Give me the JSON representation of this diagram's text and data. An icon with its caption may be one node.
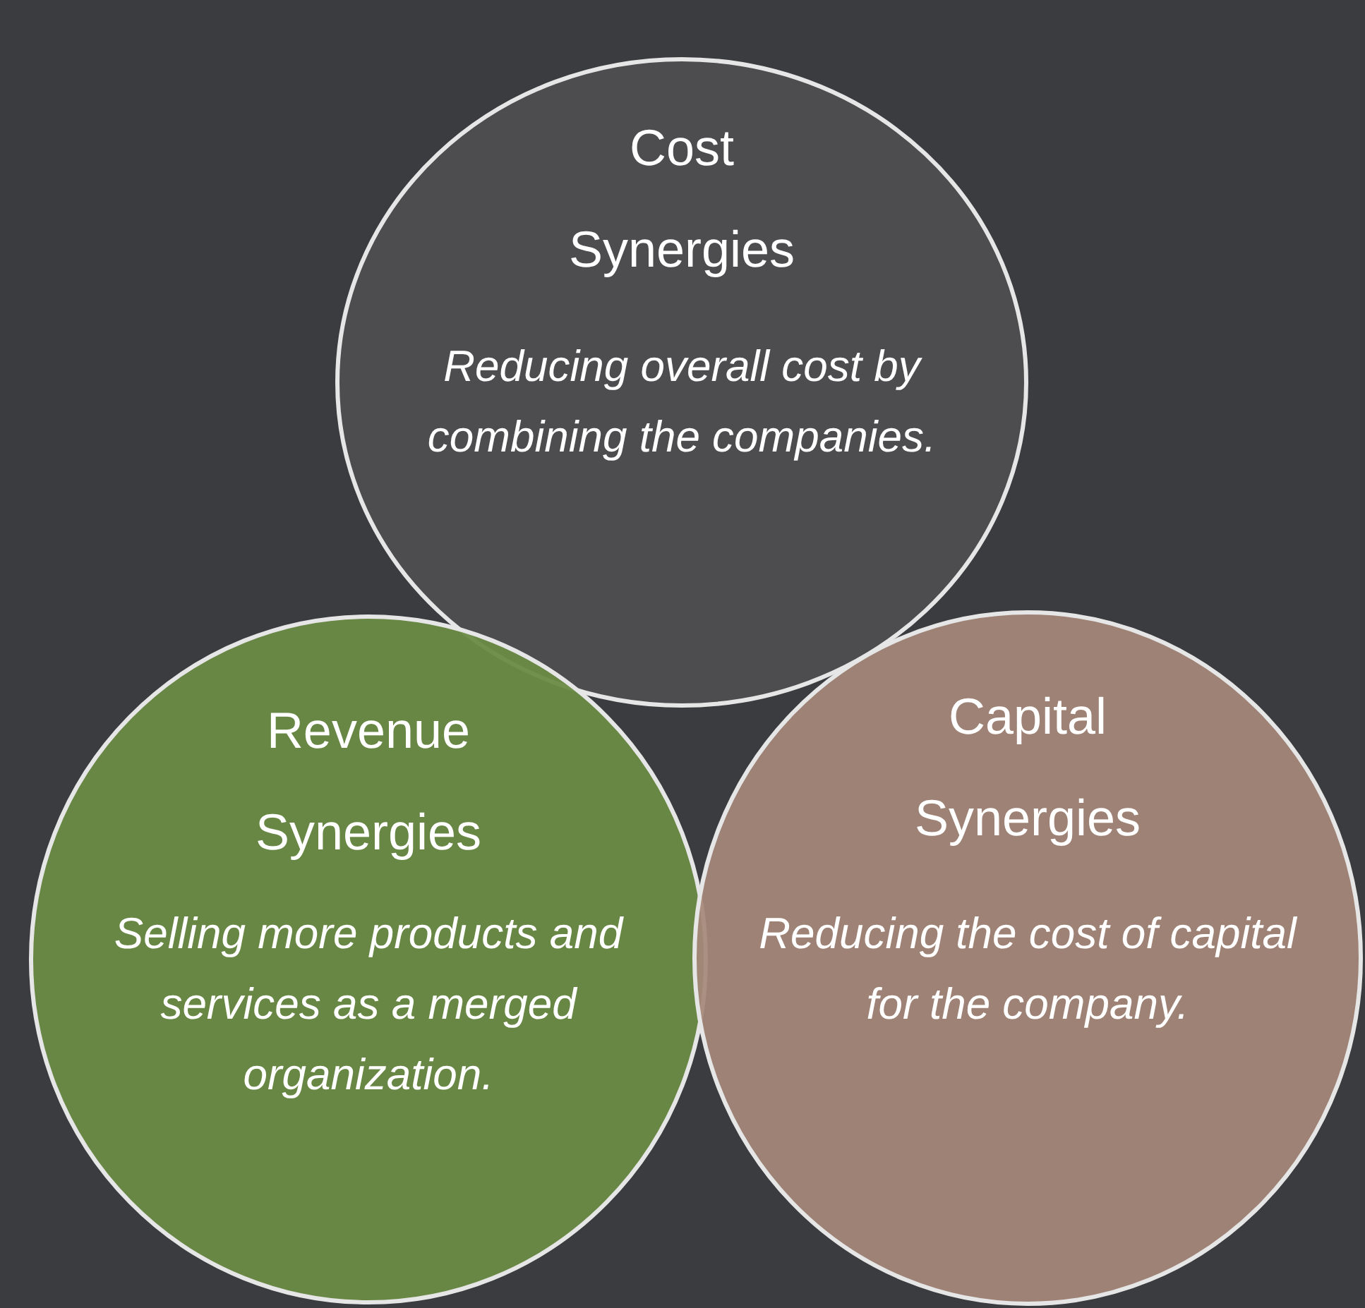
{
  "diagram": {
    "nodes": [
      {
        "text": [
          "Cost Synergies",
          "Reducing overall cost by combining the companies."
        ]
      },
      {
        "text": [
          "Revenue Synergies",
          "Selling more products and services as a merged organization."
        ]
      },
      {
        "text": [
          "Capital Synergies",
          "Reducing the cost of capital for the company."
        ]
      }
    ]
  }
}
